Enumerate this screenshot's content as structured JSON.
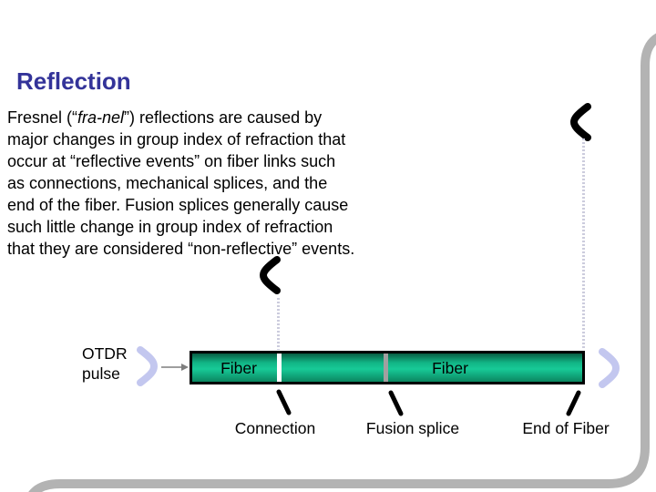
{
  "slide": {
    "title": "Reflection",
    "body": {
      "line1_prefix": "Fresnel (“",
      "line1_italic": "fra-nel",
      "line1_suffix": "”) reflections are caused by",
      "lines": [
        "major changes in group index of refraction that",
        "occur at “reflective events” on fiber links such",
        "as connections, mechanical splices, and the",
        "end of the fiber. Fusion splices generally cause",
        "such little change in group index of refraction",
        "that they are considered “non-reflective” events."
      ]
    }
  },
  "diagram": {
    "otdr_label": {
      "line1": "OTDR",
      "line2": "pulse"
    },
    "fiber_segment_1_label": "Fiber",
    "fiber_segment_2_label": "Fiber",
    "event_labels": [
      "Connection",
      "Fusion splice",
      "End of Fiber"
    ],
    "icons": {
      "reflection_chevron": "❮",
      "pulse_chevron": "❯",
      "arrow_right": "→",
      "event_tick_back": "\\",
      "event_tick_forward": "/"
    }
  },
  "colors": {
    "title_blue": "#333399",
    "body_text_black": "#000000",
    "fiber_green_dark": "#075C42",
    "fiber_green_bright": "#11B485",
    "fiber_green_peak": "#17CA97",
    "fiber_green_deep": "#0B8660",
    "bar_border_black": "#000000",
    "connection_divider_white": "#FFFFFF",
    "splice_divider_gray": "#A0A0A0",
    "pulse_chevron_lavender": "#C3C7EF",
    "reflection_chevron_black": "#000000",
    "dotted_line_gray": "#CCCCDD",
    "arrow_gray": "#7F7F7F",
    "frame_gray": "#B3B3B3"
  }
}
